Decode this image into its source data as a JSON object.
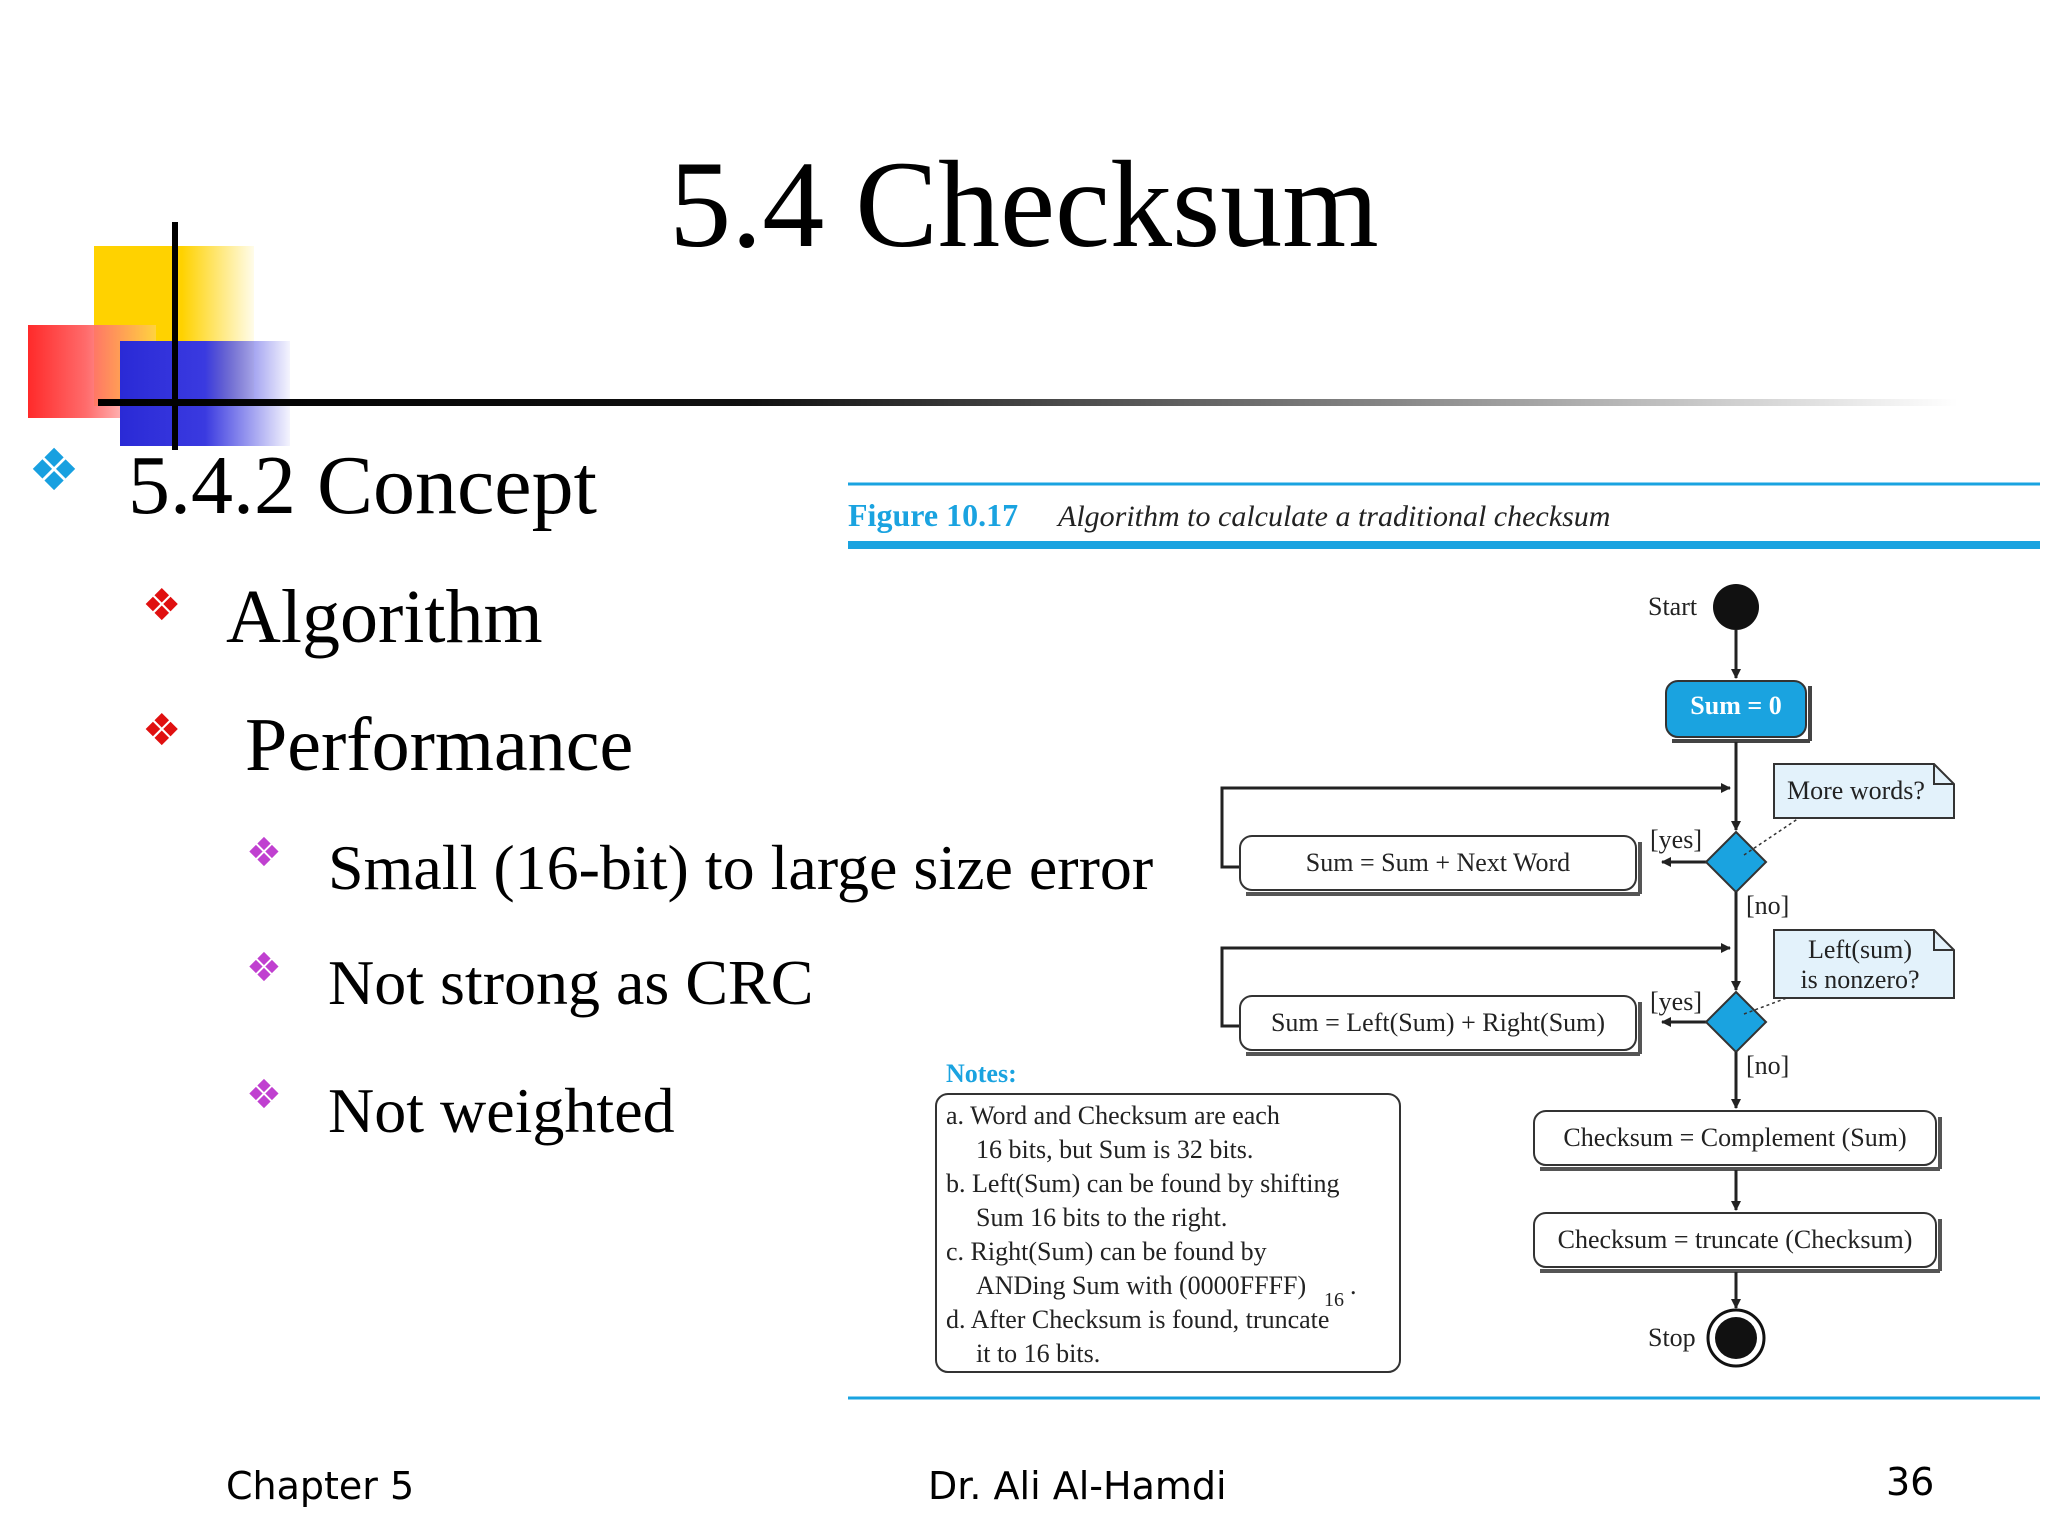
{
  "title": "5.4 Checksum",
  "section": {
    "bullet_icon": "four-diamond-bullet-icon",
    "label": "5.4.2  Concept"
  },
  "level2_items": [
    {
      "label": "Algorithm"
    },
    {
      "label": " Performance"
    }
  ],
  "level3_items": [
    {
      "label": "Small (16-bit) to large size error"
    },
    {
      "label": "Not strong as CRC"
    },
    {
      "label": "Not weighted"
    }
  ],
  "figure": {
    "number": "Figure 10.17",
    "caption": "Algorithm to calculate a traditional checksum",
    "start_label": "Start",
    "stop_label": "Stop",
    "init_box": "Sum =  0",
    "loop1_box": "Sum = Sum + Next Word",
    "loop2_box": "Sum = Left(Sum) + Right(Sum)",
    "decision1_note": "More words?",
    "decision2_note_line1": "Left(sum)",
    "decision2_note_line2": "is nonzero?",
    "yes1": "[yes]",
    "no1": "[no]",
    "yes2": "[yes]",
    "no2": "[no]",
    "complement_box": "Checksum = Complement (Sum)",
    "truncate_box": "Checksum = truncate (Checksum)",
    "notes_title": "Notes:",
    "notes": {
      "a1": "a. Word and Checksum are each",
      "a2": "16 bits, but Sum is 32 bits.",
      "b1": "b. Left(Sum) can be found by shifting",
      "b2": "Sum 16 bits to the right.",
      "c1": "c. Right(Sum) can be found by",
      "c2": "ANDing Sum with (0000FFFF)",
      "c2_sub": "16",
      "c2_end": ".",
      "d1": "d. After Checksum is found, truncate",
      "d2": "it to 16 bits."
    },
    "accent_color": "#1aa3e0"
  },
  "footer": {
    "chapter": "Chapter 5",
    "author": "Dr. Ali Al-Hamdi",
    "page_number": "36"
  }
}
